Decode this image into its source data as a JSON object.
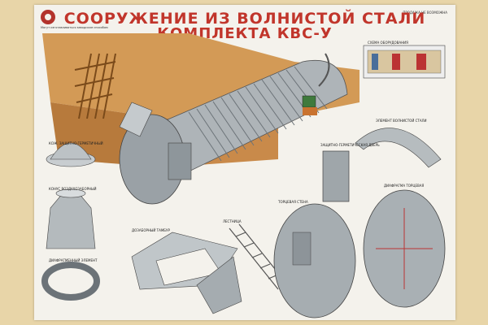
{
  "poster": {
    "title_line1": "СООРУЖЕНИЕ ИЗ ВОЛНИСТОЙ СТАЛИ",
    "title_line2": "КОМПЛЕКТА КВС-У",
    "top_left_note": "Могут изготавливаться заводским способом",
    "top_right_note": "ПРОДАЖА НЕ ВОЗМОЖНА",
    "colors": {
      "title": "#c1352b",
      "earth": "#c98a4a",
      "steel": "#a9b0b5",
      "frame": "#e8d5a8"
    },
    "labels": {
      "hood_top": "КОЖ. ЗАЩИТНО-ГЕРМЕТИЧНЫЙ",
      "hood_bottom": "КОНУС ВОЗДУХОЗАБОРНЫЙ",
      "ring": "ДИАФРАГМЕННЫЙ ЭЛЕМЕНТ",
      "tambour": "ДОЗАБОРНЫЙ ТАМБУР",
      "ladder": "ЛЕСТНИЦА",
      "door": "ЗАЩИТНО-ГЕРМЕТИЧЕСКАЯ ДВЕРЬ",
      "arch": "ЭЛЕМЕНТ ВОЛНИСТОЙ СТАЛИ",
      "end_wall_front": "ТОРЦЕВАЯ СТЕНА",
      "end_wall_back": "ДИАФРАГМА ТОРЦЕВАЯ",
      "scheme": "СХЕМА ОБОРУДОВАНИЯ"
    }
  }
}
